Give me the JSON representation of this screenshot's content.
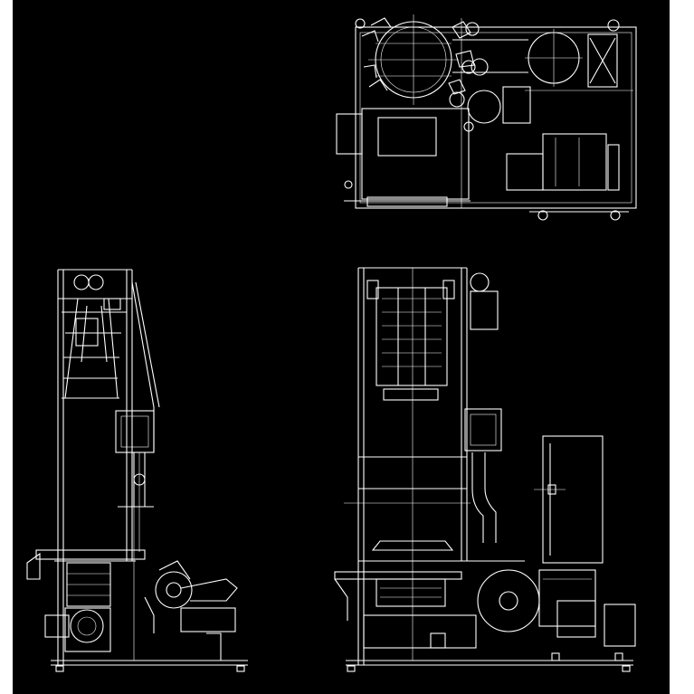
{
  "drawing": {
    "sheet_background": "#000000",
    "line_color": "#ffffff",
    "margin_color": "#ffffff",
    "views": [
      {
        "id": "top-plan-view"
      },
      {
        "id": "side-elevation-view"
      },
      {
        "id": "front-elevation-view"
      }
    ]
  }
}
